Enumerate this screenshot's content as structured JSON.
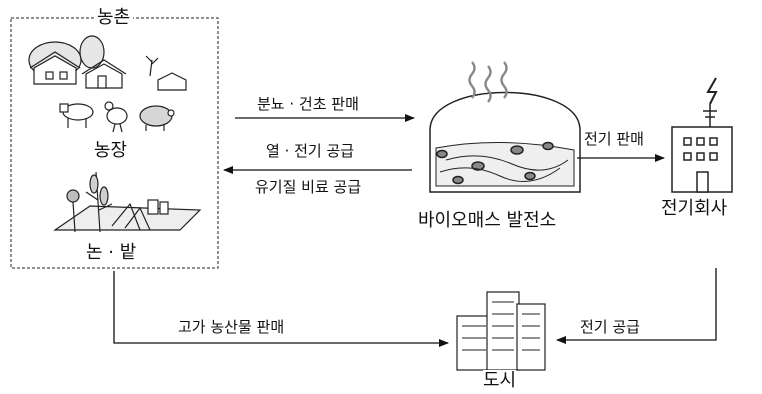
{
  "village": {
    "title": "농촌",
    "farm_label": "농장",
    "field_label": "논 · 밭"
  },
  "biomass_plant": {
    "label": "바이오매스 발전소"
  },
  "power_company": {
    "label": "전기회사"
  },
  "city": {
    "label": "도시"
  },
  "flows": {
    "manure_sale": "분뇨 · 건초 판매",
    "heat_power_supply": "열 · 전기 공급",
    "organic_fertilizer_supply": "유기질 비료 공급",
    "electricity_sale": "전기 판매",
    "electricity_supply": "전기 공급",
    "premium_produce_sale": "고가 농산물 판매"
  }
}
